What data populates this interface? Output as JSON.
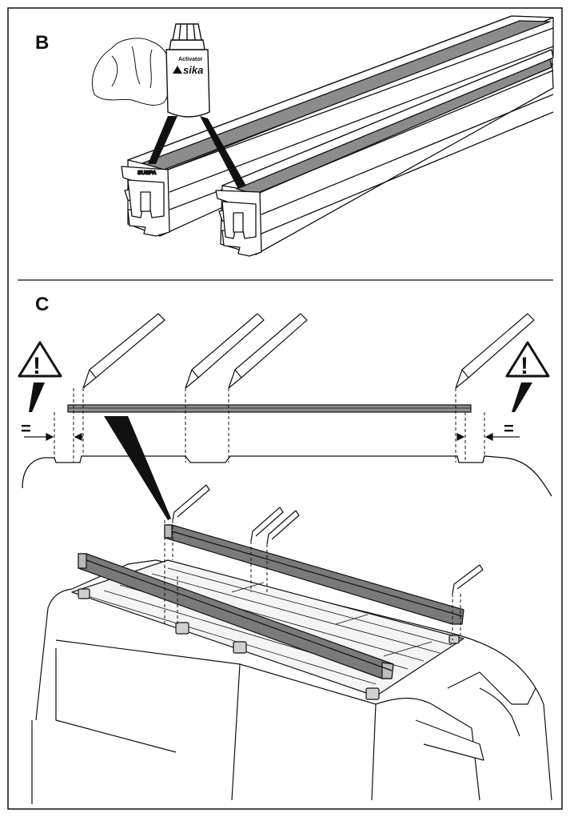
{
  "panels": {
    "b": {
      "label": "B",
      "bottle_label": "Activator",
      "brand": "sika"
    },
    "c": {
      "label": "C",
      "warning_symbol": "!",
      "equal_mark": "="
    }
  },
  "icons": [
    "warning-triangle-icon",
    "pencil-icon",
    "cloth-icon",
    "bottle-icon"
  ],
  "colors": {
    "ink": "#111111",
    "tape": "#8c8c8c",
    "profile": "#ffffff",
    "bar": "#7a7a7a"
  }
}
